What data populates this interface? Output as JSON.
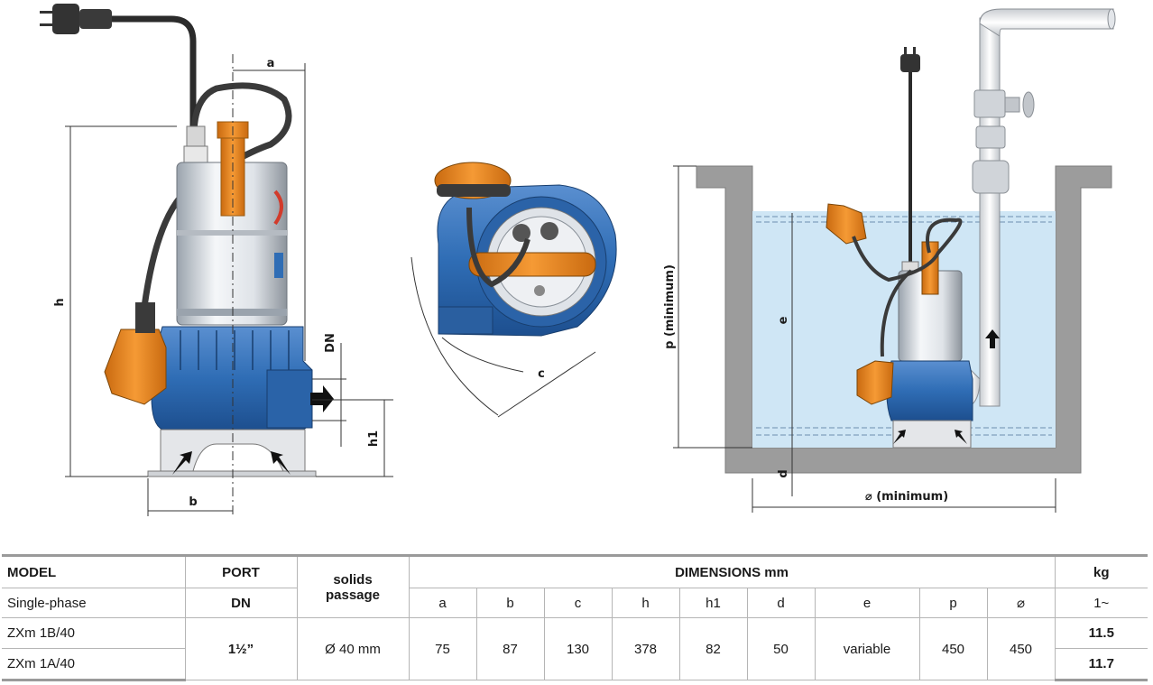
{
  "drawing": {
    "labels": {
      "a": "a",
      "b": "b",
      "c": "c",
      "h": "h",
      "h1": "h1",
      "dn": "DN",
      "p": "p (minimum)",
      "e": "e",
      "d": "d",
      "width_min": "⌀ (minimum)"
    }
  },
  "table": {
    "model_header": "MODEL",
    "model_sub": "Single-phase",
    "port_header": "PORT",
    "port_sub": "DN",
    "solids_header_1": "solids",
    "solids_header_2": "passage",
    "dimensions_header": "DIMENSIONS mm",
    "kg_header": "kg",
    "kg_sub": "1~",
    "dim_columns": [
      "a",
      "b",
      "c",
      "h",
      "h1",
      "d",
      "e",
      "p",
      "⌀"
    ],
    "rows": [
      {
        "model": "ZXm 1B/40",
        "kg": "11.5"
      },
      {
        "model": "ZXm 1A/40",
        "kg": "11.7"
      }
    ],
    "shared": {
      "port": "1½”",
      "solids": "Ø 40 mm",
      "dims": [
        "75",
        "87",
        "130",
        "378",
        "82",
        "50",
        "variable",
        "450",
        "450"
      ]
    }
  },
  "colors": {
    "pump_blue": "#2f6db5",
    "float_orange": "#f08a24",
    "water_blue": "#cfe6f5",
    "pit_grey": "#9c9c9c",
    "steel": "#d9dde2"
  }
}
